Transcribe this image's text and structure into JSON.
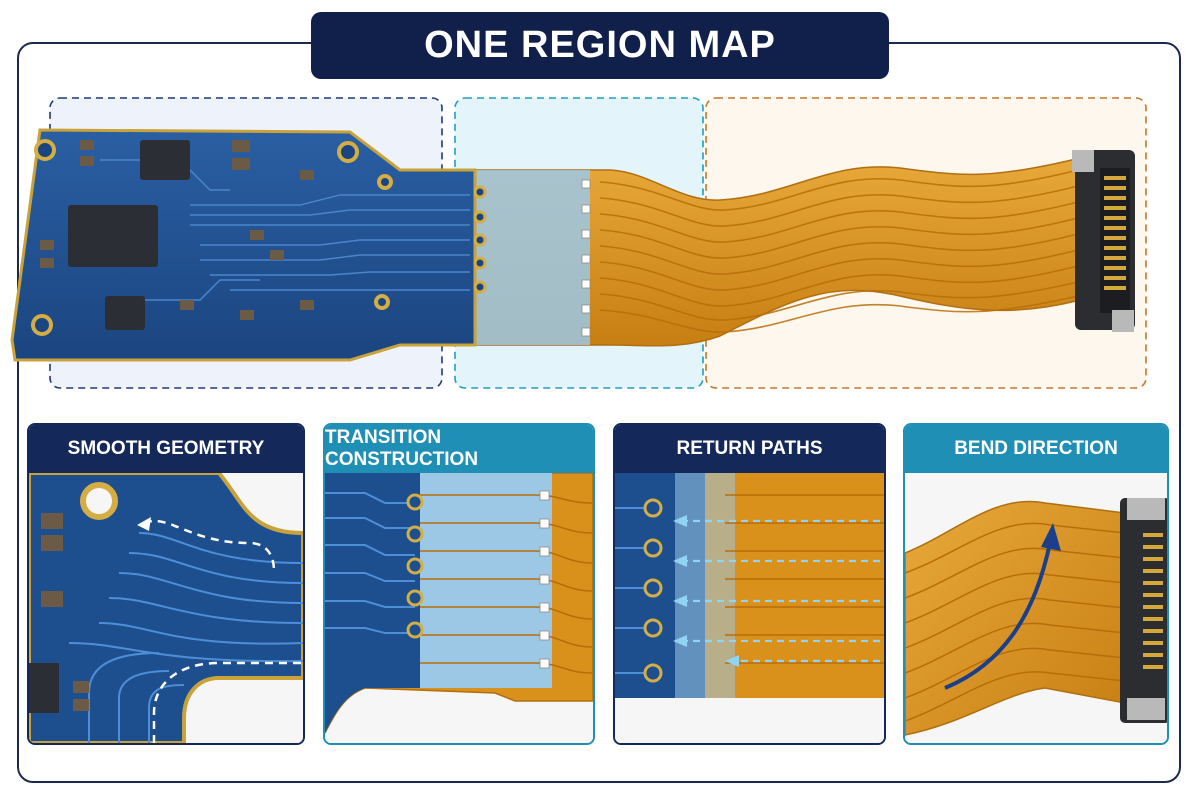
{
  "title": "ONE REGION MAP",
  "panels": [
    {
      "label": "SMOOTH GEOMETRY",
      "icon": "smooth-geometry"
    },
    {
      "label": "TRANSITION CONSTRUCTION",
      "icon": "transition-construction"
    },
    {
      "label": "RETURN PATHS",
      "icon": "return-paths"
    },
    {
      "label": "BEND DIRECTION",
      "icon": "bend-direction"
    }
  ],
  "colors": {
    "navy": "#14285a",
    "teal": "#1f8fb5",
    "pcb_blue": "#1d4f8f",
    "flex_orange": "#d9911c",
    "gold": "#c9a23a",
    "region_rigid_outline": "#1f3a78",
    "region_transition_outline": "#1aa0c0",
    "region_flex_outline": "#c7772a"
  }
}
